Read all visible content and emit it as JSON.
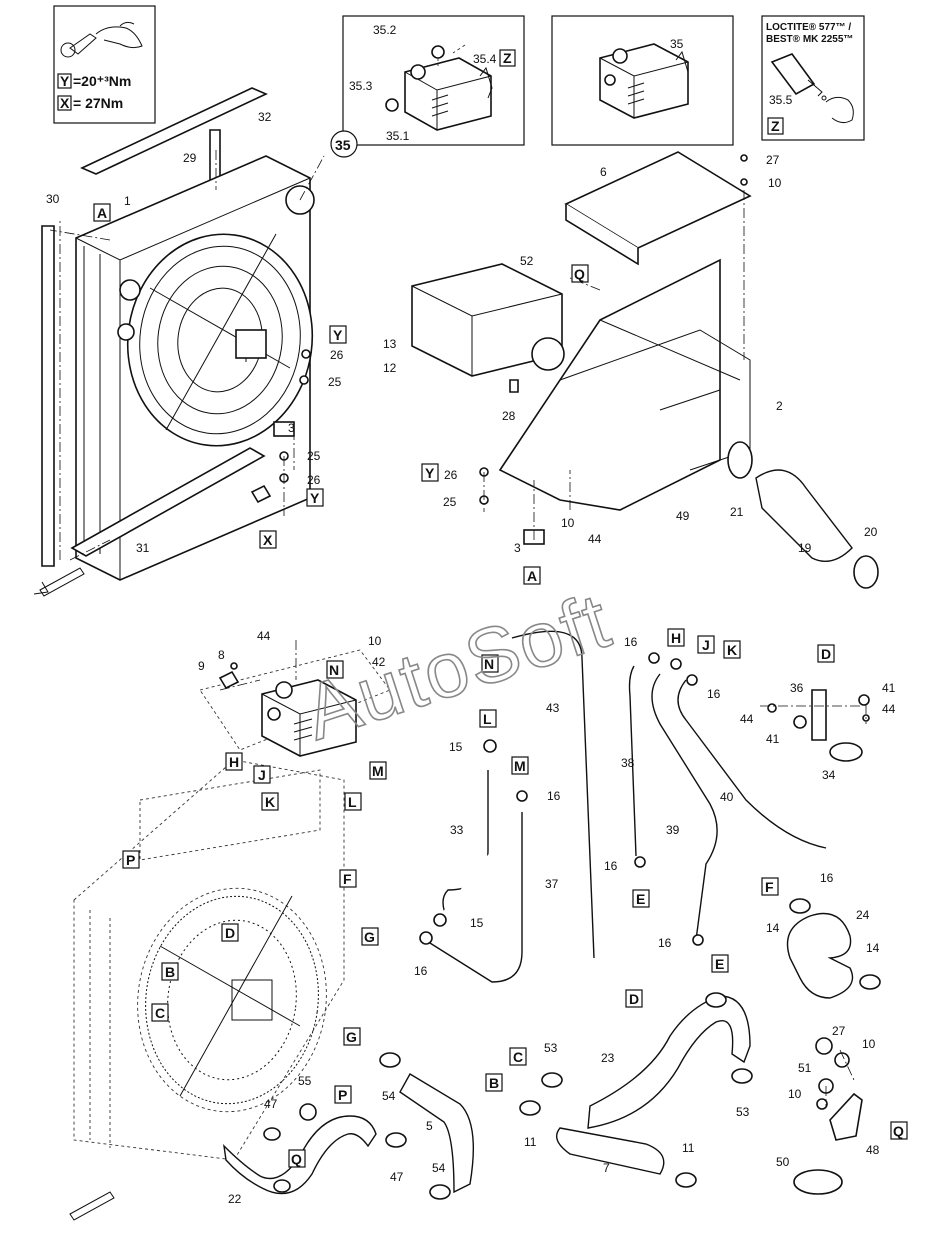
{
  "torque_legend": {
    "y_key": "Y",
    "y_value": "=20⁺³Nm",
    "x_key": "X",
    "x_value": "= 27Nm"
  },
  "loctite": {
    "line1": "LOCTITE® 577™ /",
    "line2": "BEST® MK 2255™",
    "part": "35.5",
    "key": "Z"
  },
  "circle_label": "35",
  "watermark": "AutoSoft",
  "part_numbers": [
    "1",
    "2",
    "3",
    "5",
    "6",
    "7",
    "8",
    "9",
    "10",
    "11",
    "12",
    "13",
    "14",
    "15",
    "16",
    "19",
    "20",
    "21",
    "22",
    "23",
    "24",
    "25",
    "26",
    "27",
    "28",
    "29",
    "30",
    "31",
    "32",
    "33",
    "34",
    "35",
    "35.1",
    "35.2",
    "35.3",
    "35.4",
    "35.5",
    "36",
    "37",
    "38",
    "39",
    "40",
    "41",
    "42",
    "43",
    "44",
    "47",
    "48",
    "49",
    "50",
    "51",
    "52",
    "53",
    "54",
    "55"
  ],
  "boxed_letters": [
    "A",
    "B",
    "C",
    "D",
    "E",
    "F",
    "G",
    "H",
    "J",
    "K",
    "L",
    "M",
    "N",
    "P",
    "Q",
    "X",
    "Y",
    "Z"
  ]
}
